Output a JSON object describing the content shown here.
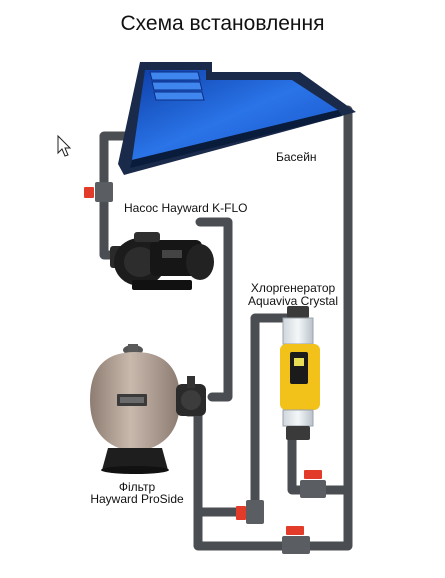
{
  "title": "Схема встановлення",
  "labels": {
    "pool": "Басейн",
    "pump": "Насос Hayward K-FLO",
    "chlorinator_line1": "Хлоргенератор",
    "chlorinator_line2": "Aquaviva Crystal",
    "filter_line1": "Фільтр",
    "filter_line2": "Hayward ProSide"
  },
  "colors": {
    "pipe": "#4a4d52",
    "pool_water": "#1e63d6",
    "pool_edge": "#1a2a4a",
    "valve_handle": "#e23b2a",
    "chlorinator_body": "#f2c21a",
    "filter_tank": "#b5a498",
    "pump_body": "#1c1c1c"
  },
  "icons": [
    "cursor-icon",
    "valve-icon"
  ]
}
